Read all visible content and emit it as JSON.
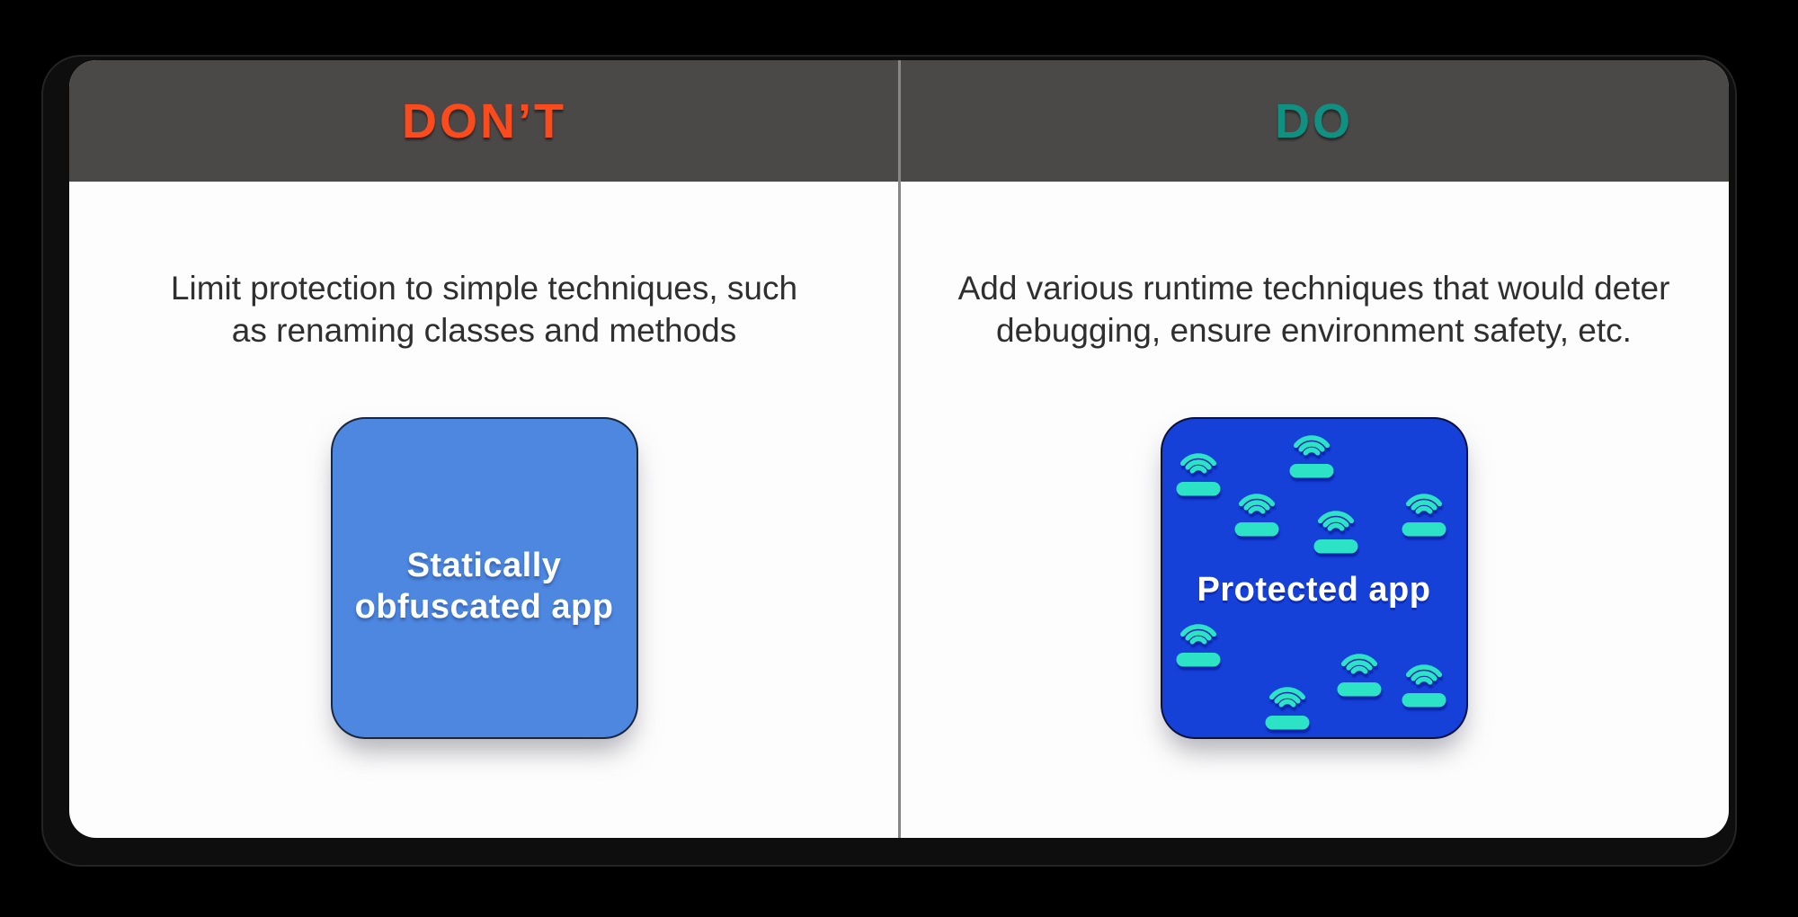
{
  "colors": {
    "page_bg": "#000000",
    "header_bg": "#4b4848",
    "card_bg": "#fdfdfd",
    "divider": "#878787",
    "body_text": "#2f2f2f",
    "dont_accent": "#fb4a1c",
    "do_accent": "#0f9080",
    "left_box_bg": "#4d87e0",
    "right_box_bg": "#1641d9",
    "icon_teal": "#2de3c5",
    "box_label": "#ffffff"
  },
  "card": {
    "header": {
      "dont_label": "DON’T",
      "do_label": "DO"
    },
    "dont_panel": {
      "description_lines": [
        "Limit protection to simple techniques, such",
        "as renaming classes and methods"
      ],
      "box": {
        "label_lines": [
          "Statically",
          "obfuscated app"
        ]
      }
    },
    "do_panel": {
      "description_lines": [
        "Add various runtime techniques that would deter",
        "debugging, ensure environment safety, etc."
      ],
      "box": {
        "label": "Protected app",
        "icon": "wifi-router-icon",
        "icon_count": 9
      }
    }
  }
}
